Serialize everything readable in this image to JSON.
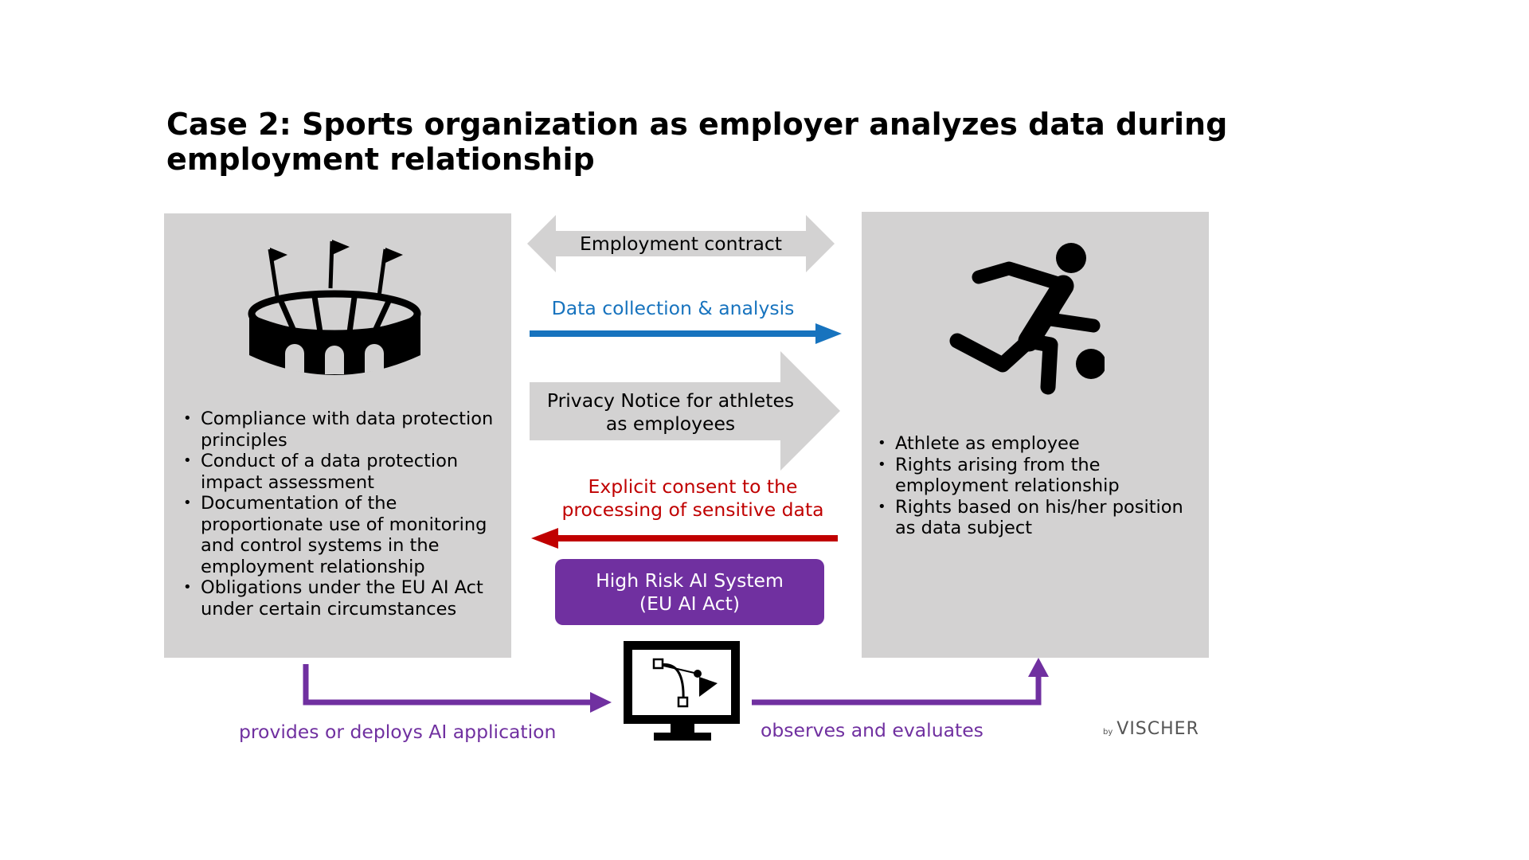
{
  "title": {
    "line1": "Case 2: Sports organization as employer analyzes data during",
    "line2": "employment relationship"
  },
  "left": {
    "icon": "stadium-icon",
    "bullets": [
      "Compliance with data protection principles",
      "Conduct of a data protection impact assessment",
      "Documentation of the proportionate use of monitoring and control systems in the employment relationship",
      "Obligations under the EU AI Act under certain circumstances"
    ]
  },
  "right": {
    "icon": "soccer-player-icon",
    "bullets": [
      "Athlete as employee",
      "Rights arising from the employment relationship",
      "Rights based on his/her position as data subject"
    ]
  },
  "flows": {
    "contract": "Employment contract",
    "collection": "Data collection & analysis",
    "notice_line1": "Privacy Notice for athletes",
    "notice_line2": "as employees",
    "consent_line1": "Explicit consent to the",
    "consent_line2": "processing of sensitive data"
  },
  "hrai": {
    "line1": "High Risk AI System",
    "line2": "(EU AI Act)"
  },
  "ai_icon": "monitor-curve-icon",
  "bottom": {
    "provides": "provides or deploys AI application",
    "observes": "observes and evaluates"
  },
  "brand": {
    "by": "by",
    "name": "VISCHER"
  },
  "colors": {
    "box_gray": "#d3d2d2",
    "blue": "#1773be",
    "red": "#c00000",
    "purple": "#7030a0"
  }
}
